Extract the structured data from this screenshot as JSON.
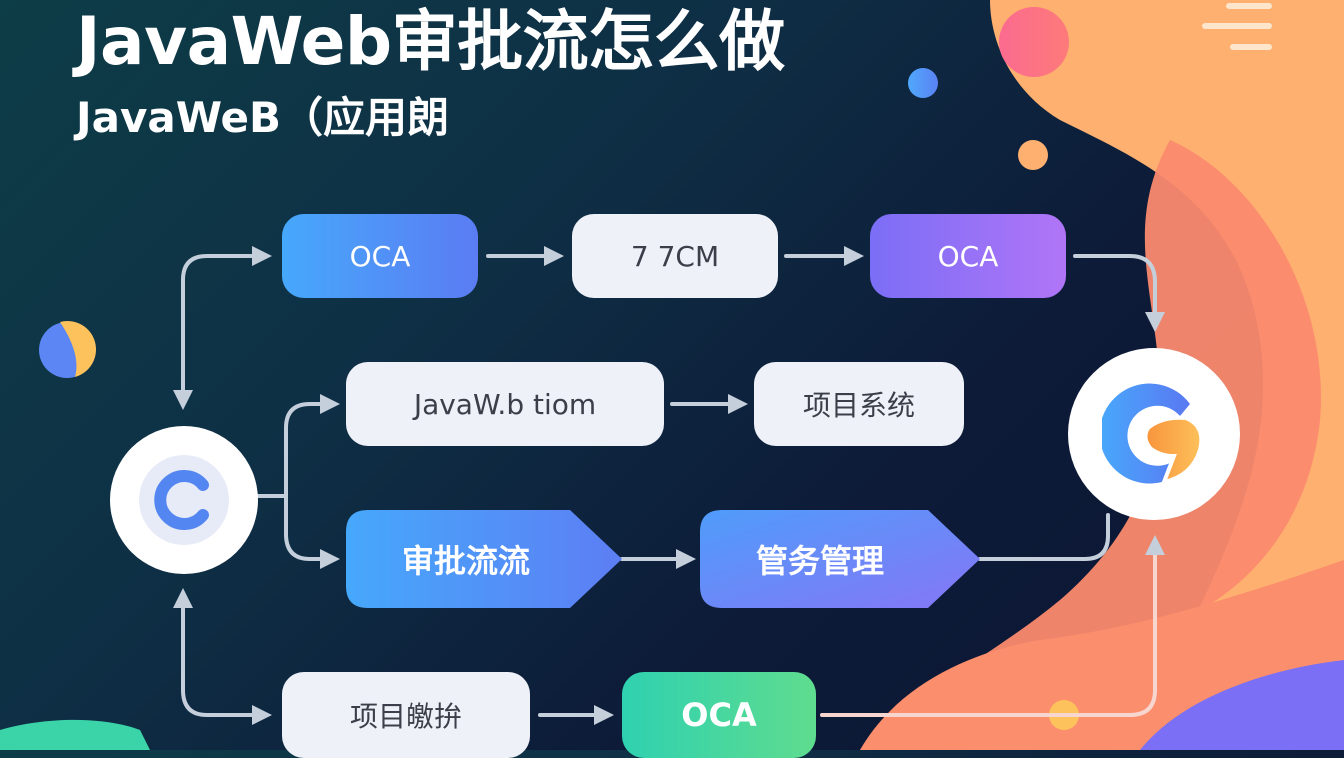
{
  "header": {
    "title": "JavaWeb审批流怎么做",
    "subtitle": "JavaWeB（应用朗"
  },
  "flow": {
    "row1": [
      {
        "label": "OCA",
        "style": "blue"
      },
      {
        "label": "7 7CM",
        "style": "white"
      },
      {
        "label": "OCA",
        "style": "purple"
      }
    ],
    "row2": [
      {
        "label": "JavaW.b tiom",
        "style": "white"
      },
      {
        "label": "项目系统",
        "style": "white"
      }
    ],
    "row3": [
      {
        "label": "审批流流",
        "style": "blue-arrow"
      },
      {
        "label": "管务管理",
        "style": "blue-purple-arrow"
      }
    ],
    "row4": [
      {
        "label": "项目皦拚",
        "style": "white"
      },
      {
        "label": "OCA",
        "style": "green"
      }
    ],
    "start_node": {
      "icon": "c-logo-icon"
    },
    "end_node": {
      "icon": "g-logo-icon"
    }
  },
  "colors": {
    "bg_dark": "#0d1b38",
    "bg_teal": "#0d3d47",
    "orange": "#fdb06f",
    "salmon": "#fb8a6e",
    "pink": "#fb6b8a",
    "violet": "#7b70f5",
    "green": "#3ad4a8",
    "arrow": "#c5cfdc"
  }
}
